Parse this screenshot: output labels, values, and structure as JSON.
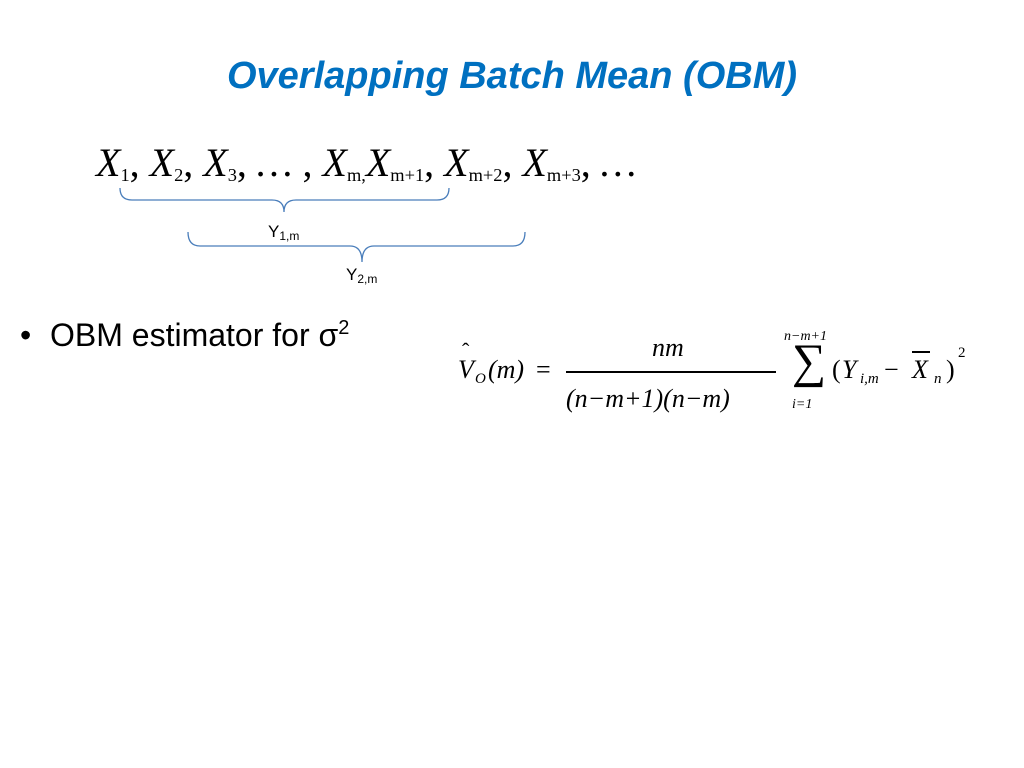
{
  "title": "Overlapping Batch Mean (OBM)",
  "sequence": {
    "items": [
      {
        "var": "X",
        "sub": "1",
        "sep": ", "
      },
      {
        "var": "X",
        "sub": "2",
        "sep": ", "
      },
      {
        "var": "X",
        "sub": "3",
        "sep": ", "
      },
      {
        "var": "…",
        "sub": "",
        "sep": " , "
      },
      {
        "var": "X",
        "sub": "m,",
        "sep": ""
      },
      {
        "var": "X",
        "sub": "m+1",
        "sep": ", "
      },
      {
        "var": "X",
        "sub": "m+2",
        "sep": ", "
      },
      {
        "var": "X",
        "sub": "m+3",
        "sep": ", "
      },
      {
        "var": "…",
        "sub": "",
        "sep": ""
      }
    ]
  },
  "braces": [
    {
      "label": "Y",
      "sub": "1,m"
    },
    {
      "label": "Y",
      "sub": "2,m"
    }
  ],
  "bullet": {
    "text": "OBM estimator for σ",
    "sup": "2"
  },
  "formula": {
    "lhs_var": "V",
    "lhs_hat": "ˆ",
    "lhs_sub": "O",
    "lhs_arg": "(m)",
    "equals": "=",
    "numerator": "nm",
    "denominator": "(n−m+1)(n−m)",
    "sum_symbol": "∑",
    "sum_upper": "n−m+1",
    "sum_lower": "i=1",
    "open_paren": "(",
    "y_var": "Y",
    "y_sub": "i,m",
    "minus": "−",
    "x_var": "X",
    "x_sub": "n",
    "close_paren": ")",
    "power": "2"
  }
}
